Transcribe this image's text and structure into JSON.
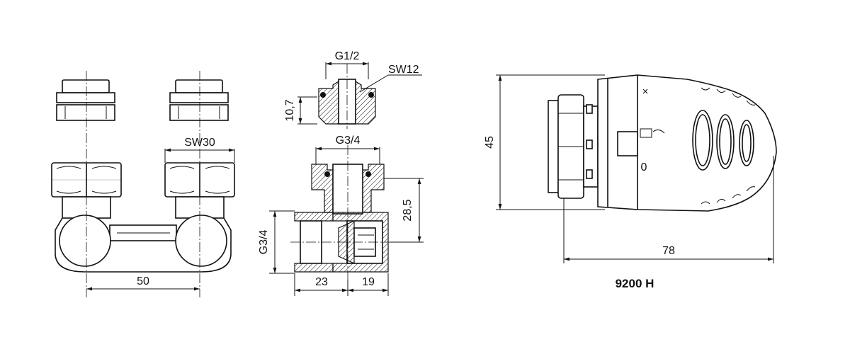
{
  "labels": {
    "sw30": "SW30",
    "dim50": "50",
    "g12": "G1/2",
    "sw12": "SW12",
    "dim107": "10,7",
    "g34_top": "G3/4",
    "dim285": "28,5",
    "g34_side": "G3/4",
    "dim23": "23",
    "dim19": "19",
    "dim45": "45",
    "dim78": "78",
    "model": "9200 H",
    "head_mark": "0"
  },
  "colors": {
    "line": "#111111",
    "background": "#ffffff"
  }
}
